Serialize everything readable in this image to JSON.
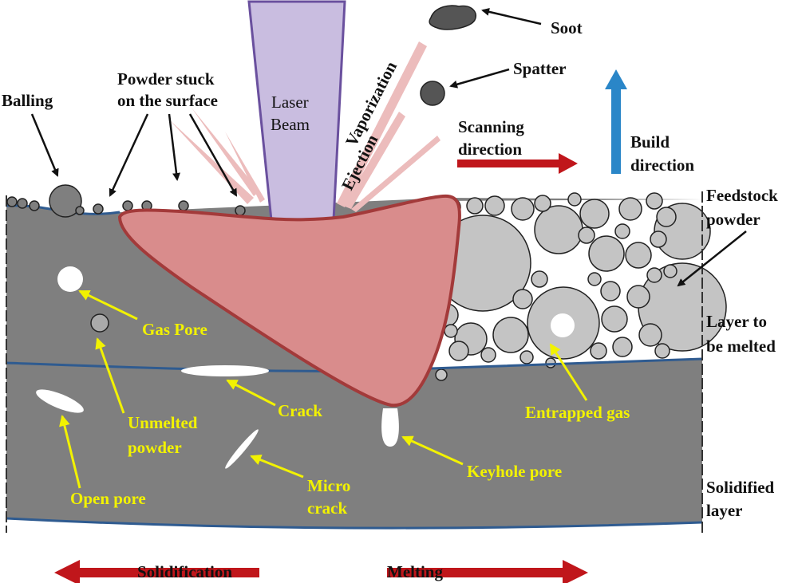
{
  "labels": {
    "balling": "Balling",
    "powder_stuck_1": "Powder stuck",
    "powder_stuck_2": "on the surface",
    "laser_1": "Laser",
    "laser_2": "Beam",
    "vaporization": "Vaporization",
    "ejection": "Ejection",
    "soot": "Soot",
    "spatter": "Spatter",
    "scanning_1": "Scanning",
    "scanning_2": "direction",
    "build_1": "Build",
    "build_2": "direction",
    "feedstock_1": "Feedstock",
    "feedstock_2": "powder",
    "layer_1": "Layer to",
    "layer_2": "be melted",
    "solidified_1": "Solidified",
    "solidified_2": "layer",
    "gas_pore": "Gas Pore",
    "crack": "Crack",
    "unmelted_1": "Unmelted",
    "unmelted_2": "powder",
    "open_pore": "Open pore",
    "micro_1": "Micro",
    "micro_2": "crack",
    "keyhole_pore": "Keyhole pore",
    "entrapped_gas": "Entrapped gas",
    "solidification": "Solidification",
    "melting": "Melting"
  },
  "colors": {
    "substrate": "#7f7f7f",
    "melt_pool": "#d98c8c",
    "melt_pool_border": "#a33a3a",
    "laser": "#c9bde0",
    "laser_border": "#6a509e",
    "plume": "#ecbcbc",
    "layer_line": "#2f5b90",
    "powder": "#c4c4c4",
    "defect_label": "#f2f200",
    "red_arrow": "#c0161b",
    "blue_arrow": "#2a86c8"
  }
}
